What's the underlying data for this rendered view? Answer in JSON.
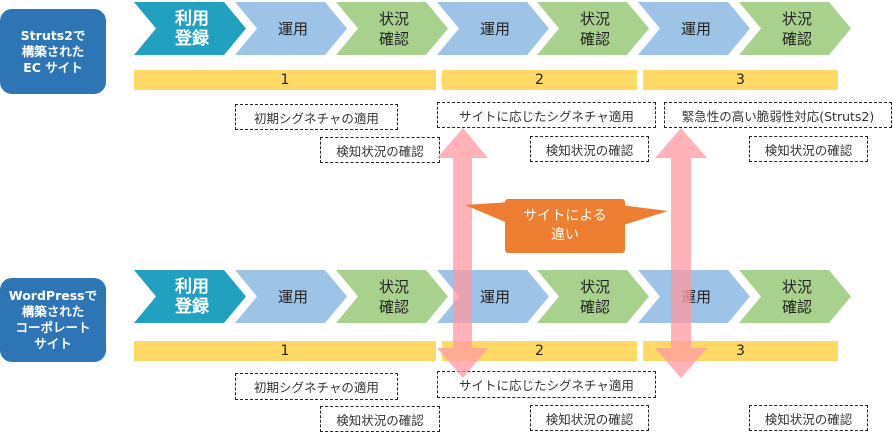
{
  "rows": [
    {
      "site_label": "Struts2で\n構築された\nEC サイト",
      "steps": [
        {
          "label": "利用\n登録",
          "kind": "register"
        },
        {
          "label": "運用",
          "kind": "operate"
        },
        {
          "label": "状況\n確認",
          "kind": "check"
        },
        {
          "label": "運用",
          "kind": "operate"
        },
        {
          "label": "状況\n確認",
          "kind": "check"
        },
        {
          "label": "運用",
          "kind": "operate"
        },
        {
          "label": "状況\n確認",
          "kind": "check"
        }
      ],
      "phases": [
        "1",
        "2",
        "3"
      ],
      "tasks": [
        "初期シグネチャの適用",
        "検知状況の確認",
        "サイトに応じたシグネチャ適用",
        "検知状況の確認",
        "緊急性の高い脆弱性対応(Struts2)",
        "検知状況の確認"
      ]
    },
    {
      "site_label": "WordPressで\n構築された\nコーポレート\nサイト",
      "steps": [
        {
          "label": "利用\n登録",
          "kind": "register"
        },
        {
          "label": "運用",
          "kind": "operate"
        },
        {
          "label": "状況\n確認",
          "kind": "check"
        },
        {
          "label": "運用",
          "kind": "operate"
        },
        {
          "label": "状況\n確認",
          "kind": "check"
        },
        {
          "label": "運用",
          "kind": "operate"
        },
        {
          "label": "状況\n確認",
          "kind": "check"
        }
      ],
      "phases": [
        "1",
        "2",
        "3"
      ],
      "tasks": [
        "初期シグネチャの適用",
        "検知状況の確認",
        "サイトに応じたシグネチャ適用",
        "検知状況の確認",
        "検知状況の確認"
      ]
    }
  ],
  "callout": {
    "text": "サイトによる\n違い"
  },
  "colors": {
    "site_box": "#2e75b6",
    "register": "#22a0c0",
    "operate": "#9dc3e6",
    "check": "#a9d18e",
    "phase": "#ffd966",
    "arrow": "#ff9aa2",
    "callout": "#ed7d31"
  }
}
